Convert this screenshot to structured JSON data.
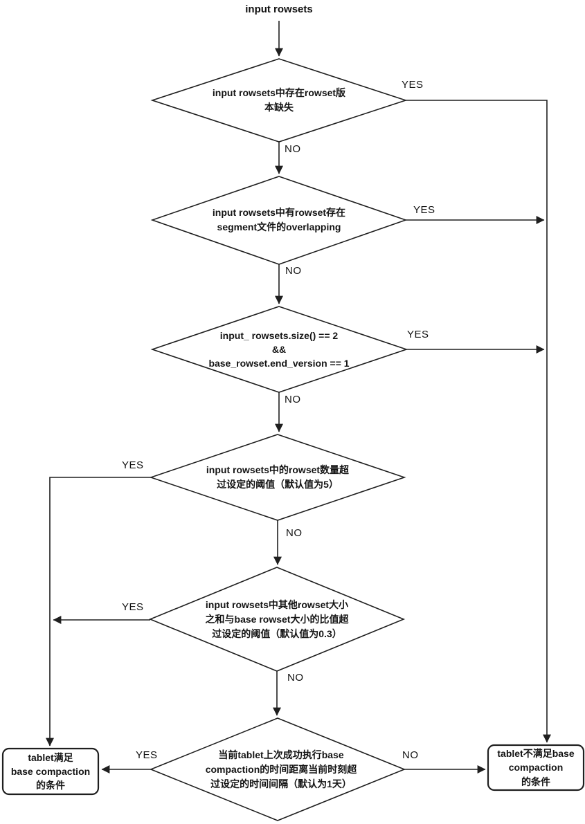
{
  "title": "input rowsets",
  "nodes": {
    "d1": {
      "type": "decision",
      "lines": [
        "input rowsets中存在rowset版",
        "本缺失"
      ]
    },
    "d2": {
      "type": "decision",
      "lines": [
        "input rowsets中有rowset存在",
        "segment文件的overlapping"
      ]
    },
    "d3": {
      "type": "decision",
      "lines": [
        "input_ rowsets.size() == 2",
        "&&",
        "base_rowset.end_version == 1"
      ]
    },
    "d4": {
      "type": "decision",
      "lines": [
        "input rowsets中的rowset数量超",
        "过设定的阈值（默认值为5）"
      ]
    },
    "d5": {
      "type": "decision",
      "lines": [
        "input rowsets中其他rowset大小",
        "之和与base rowset大小的比值超",
        "过设定的阈值（默认值为0.3）"
      ]
    },
    "d6": {
      "type": "decision",
      "lines": [
        "当前tablet上次成功执行base",
        "compaction的时间距离当前时刻超",
        "过设定的时间间隔（默认为1天）"
      ]
    },
    "result_yes": {
      "type": "terminal",
      "lines": [
        "tablet满足",
        "base compaction",
        "的条件"
      ]
    },
    "result_no": {
      "type": "terminal",
      "lines": [
        "tablet不满足base",
        "compaction",
        "的条件"
      ]
    }
  },
  "edge_labels": {
    "d1_yes": "YES",
    "d1_no": "NO",
    "d2_yes": "YES",
    "d2_no": "NO",
    "d3_yes": "YES",
    "d3_no": "NO",
    "d4_yes": "YES",
    "d4_no": "NO",
    "d5_yes": "YES",
    "d5_no": "NO",
    "d6_yes": "YES",
    "d6_no": "NO"
  },
  "colors": {
    "line": "#1f1f1f",
    "text": "#141414",
    "background": "#ffffff"
  }
}
